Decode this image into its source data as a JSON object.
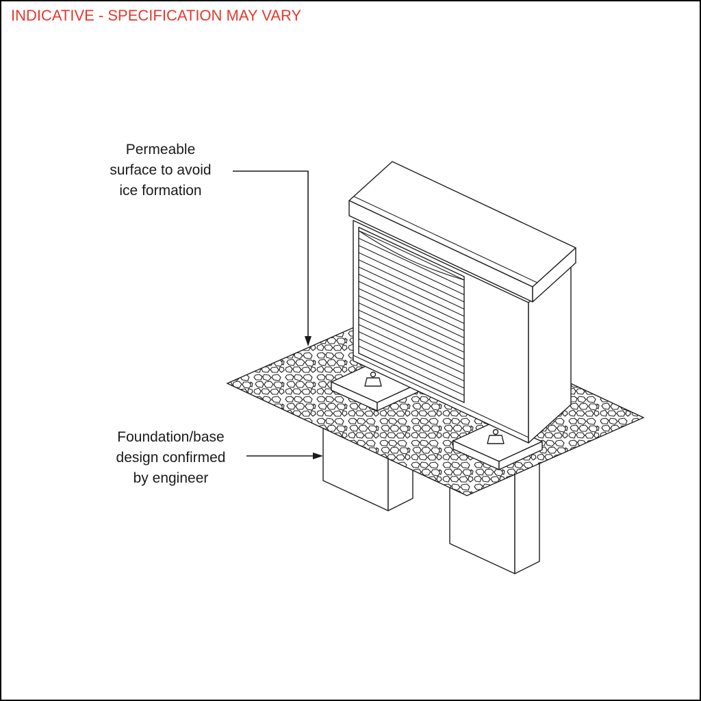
{
  "header": {
    "title": "INDICATIVE - SPECIFICATION MAY VARY",
    "color": "#e8372c"
  },
  "annotations": {
    "permeable": {
      "lines": [
        "Permeable",
        "surface to avoid",
        "ice formation"
      ]
    },
    "foundation": {
      "lines": [
        "Foundation/base",
        "design confirmed",
        "by engineer"
      ]
    }
  },
  "colors": {
    "line": "#1d1d1d",
    "background": "#ffffff"
  }
}
